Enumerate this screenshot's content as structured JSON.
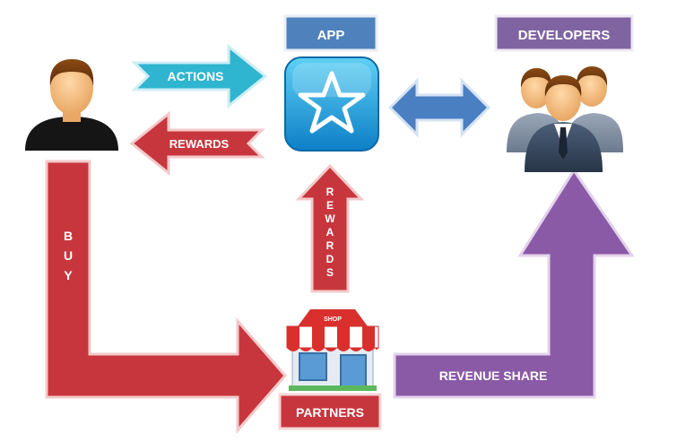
{
  "labels": {
    "app": "APP",
    "developers": "DEVELOPERS",
    "actions": "ACTIONS",
    "rewards": "REWARDS",
    "rewards_vertical": [
      "R",
      "E",
      "W",
      "A",
      "R",
      "D",
      "S"
    ],
    "buy": [
      "B",
      "U",
      "Y"
    ],
    "partners": "PARTNERS",
    "revenue_share": "REVENUE SHARE",
    "shop_sign": "SHOP"
  },
  "icons": {
    "user": "user-icon",
    "app": "star-app-icon",
    "developers": "developers-group-icon",
    "shop": "shop-icon"
  },
  "colors": {
    "blue_label": "#4f81bd",
    "purple_label": "#8064a2",
    "red": "#c0393f",
    "cyan": "#2fb5d0",
    "arrow_blue": "#4a7fc1",
    "purple": "#8a5aa6"
  }
}
